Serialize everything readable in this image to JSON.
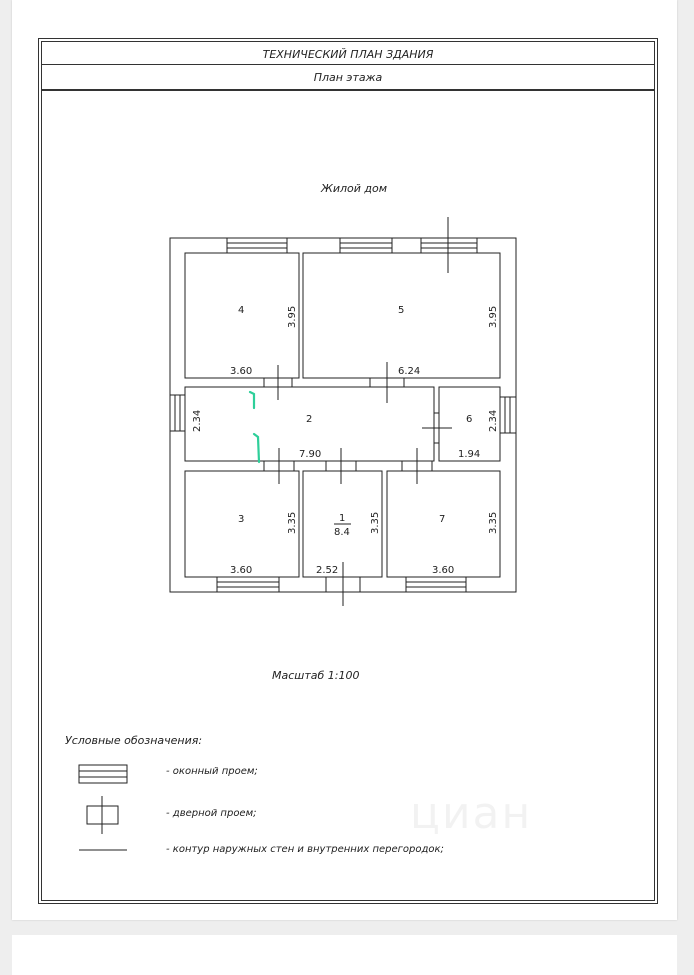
{
  "header": {
    "title": "ТЕХНИЧЕСКИЙ ПЛАН ЗДАНИЯ",
    "subtitle": "План этажа"
  },
  "plan": {
    "building_label": "Жилой дом",
    "rooms": {
      "r4": {
        "number": "4",
        "width": "3.60",
        "height": "3.95"
      },
      "r5": {
        "number": "5",
        "width": "6.24",
        "height": "3.95"
      },
      "r2": {
        "number": "2",
        "width": "7.90",
        "height": "2.34"
      },
      "r6": {
        "number": "6",
        "width": "1.94",
        "height": "2.34"
      },
      "r3": {
        "number": "3",
        "width": "3.60",
        "height": "3.35"
      },
      "r1": {
        "number": "1",
        "area": "8.4",
        "width": "2.52",
        "height": "3.35"
      },
      "r7": {
        "number": "7",
        "width": "3.60",
        "height": "3.35"
      }
    },
    "scale": "Масштаб 1:100"
  },
  "legend": {
    "title": "Условные обозначения:",
    "window": "- оконный проем;",
    "door": "- дверной проем;",
    "wall": "- контур наружных стен и внутренних перегородок;"
  },
  "watermark": "циан",
  "colors": {
    "line": "#222222",
    "annotation": "#2ecf9a"
  }
}
